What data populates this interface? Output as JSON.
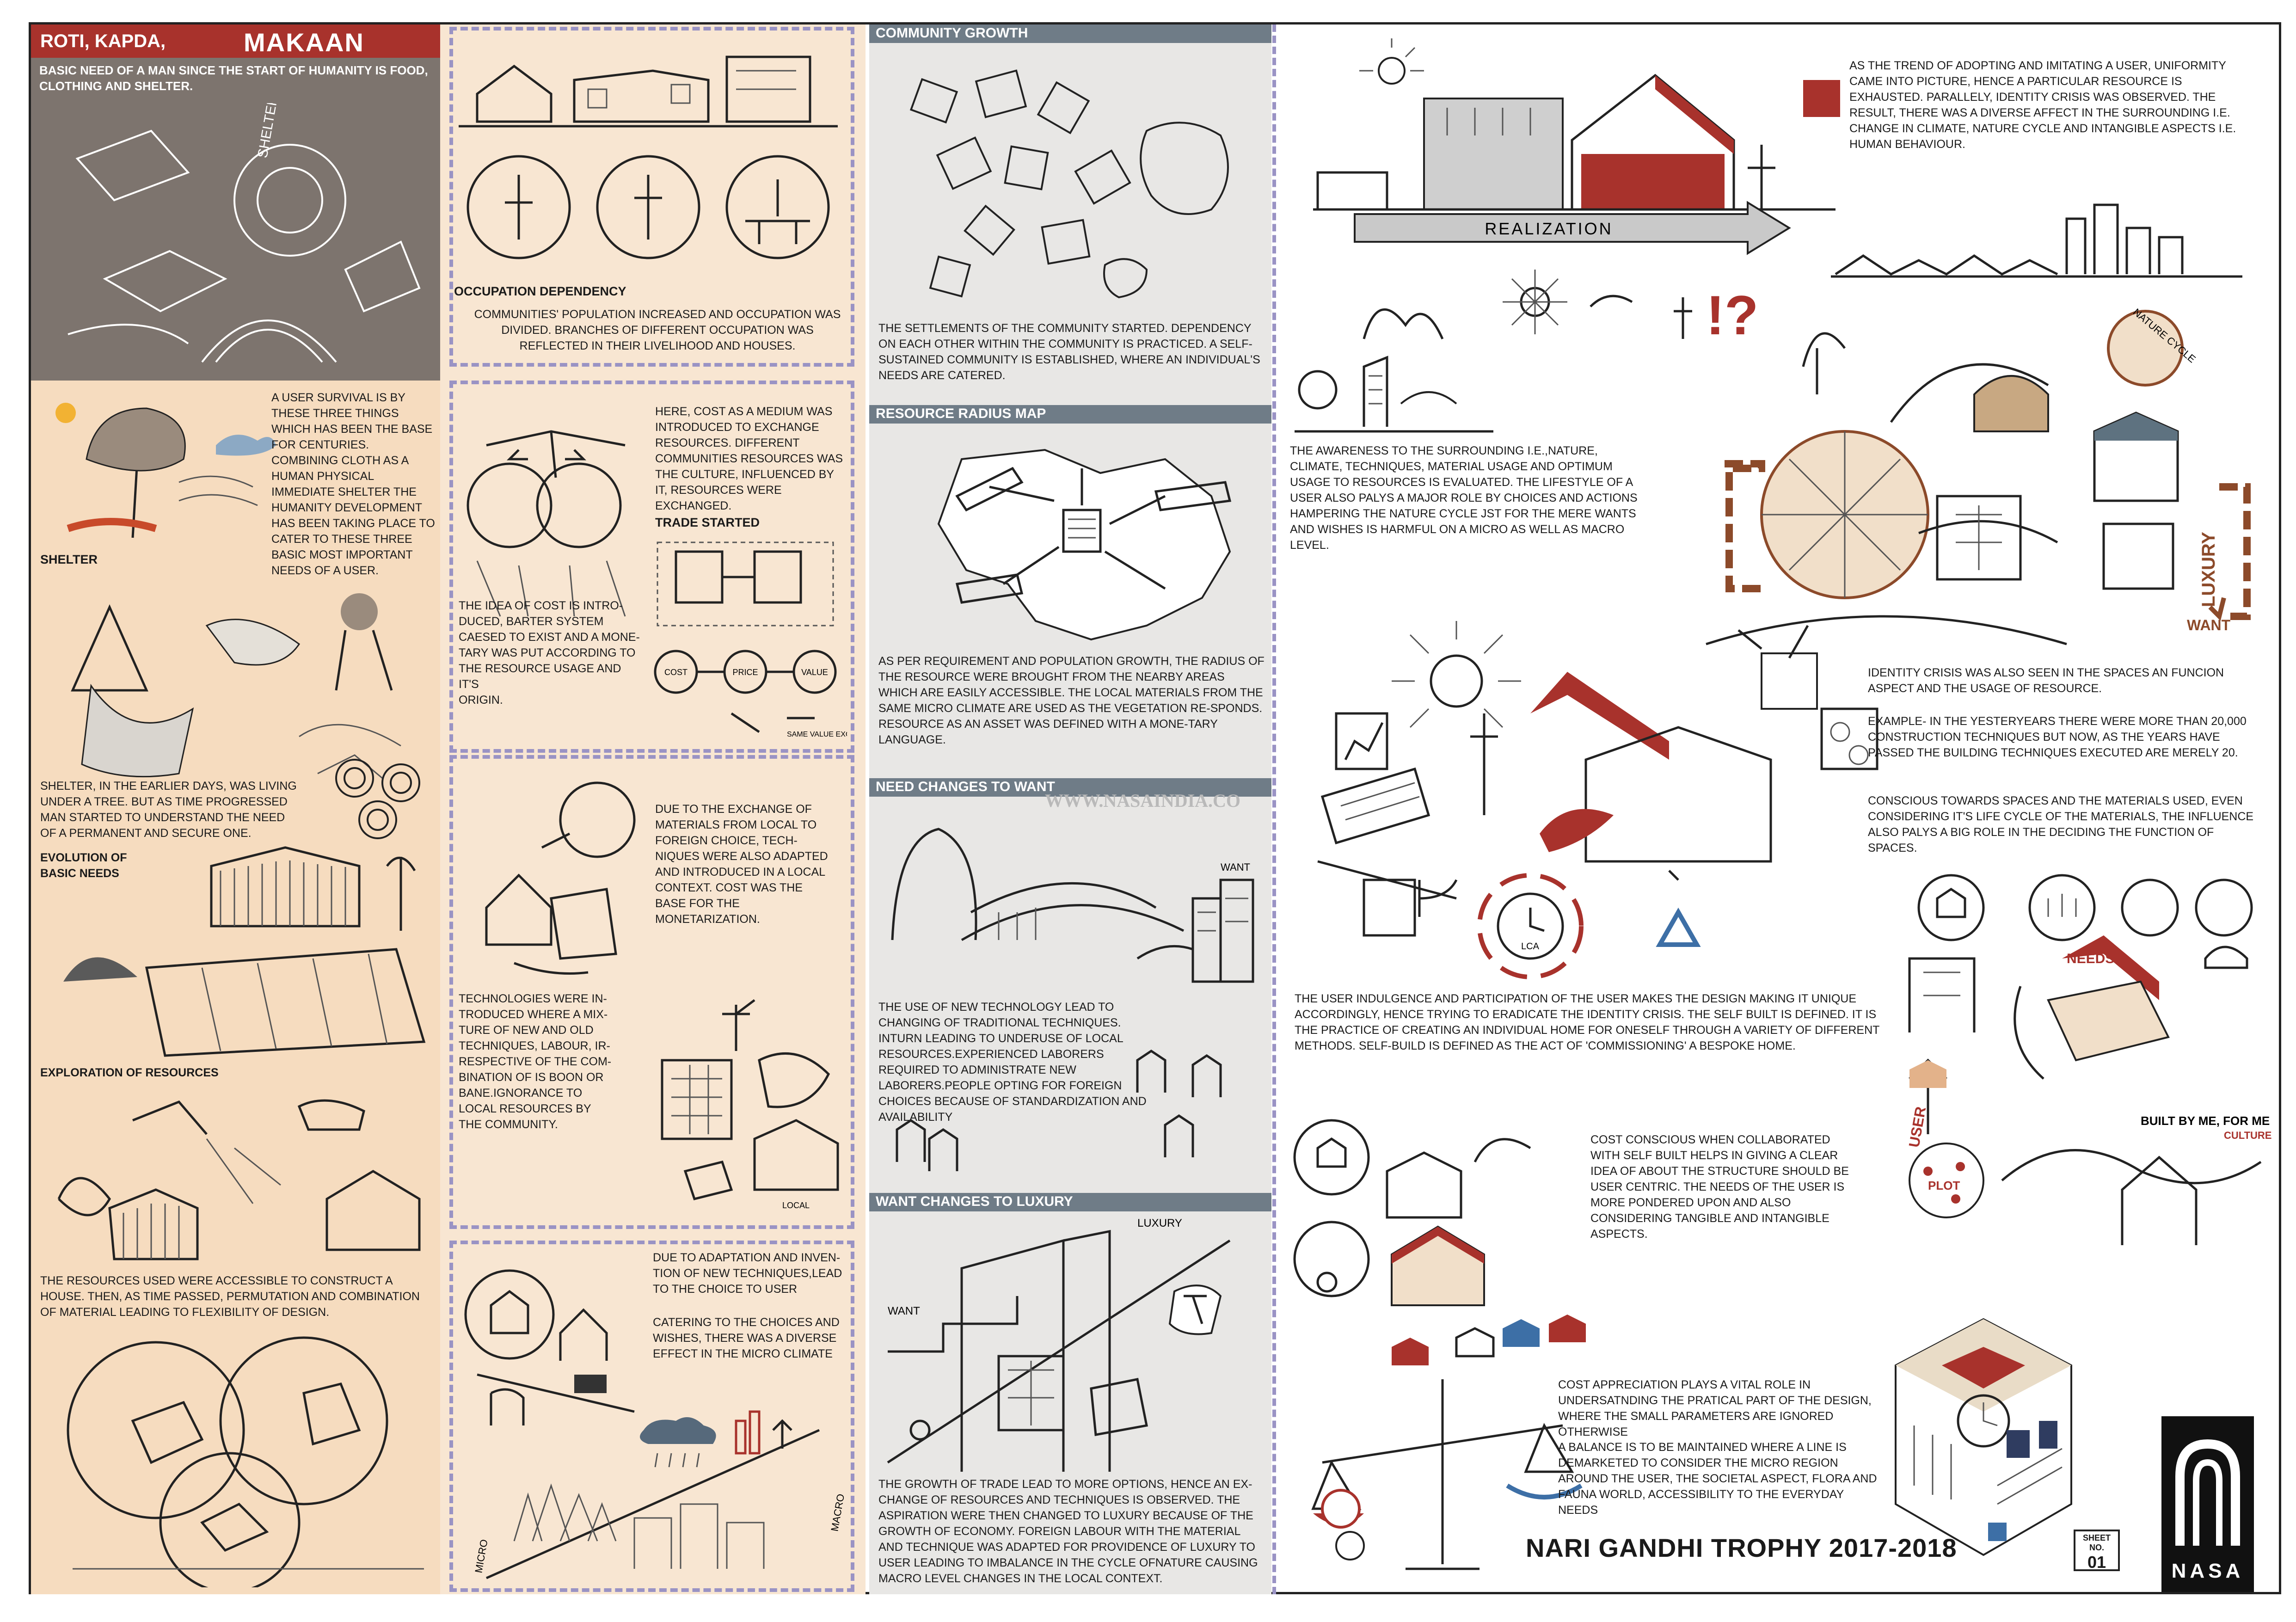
{
  "col1": {
    "title_left": "ROTI, KAPDA,",
    "title_right": "MAKAAN",
    "intro": "BASIC NEED OF A MAN SINCE THE START OF HUMANITY IS FOOD, CLOTHING AND SHELTER.",
    "sketch_label": "SHELTER",
    "survival": "A USER SURVIVAL IS BY THESE THREE THINGS WHICH HAS BEEN THE BASE FOR CENTURIES. COMBINING CLOTH AS A HUMAN PHYSICAL IMMEDIATE SHELTER THE HUMANITY DEVELOPMENT HAS BEEN TAKING PLACE TO CATER TO THESE THREE BASIC MOST IMPORTANT NEEDS OF A USER.",
    "shelter_heading": "SHELTER",
    "shelter_text": "SHELTER, IN THE EARLIER DAYS, WAS LIVING UNDER A TREE. BUT AS TIME PROGRESSED MAN STARTED TO UNDERSTAND THE NEED OF A PERMANENT AND SECURE ONE.",
    "evolution_heading": "EVOLUTION OF\nBASIC NEEDS",
    "exploration_heading": "EXPLORATION OF RESOURCES",
    "resources_text": "THE RESOURCES USED WERE ACCESSIBLE TO CONSTRUCT A HOUSE. THEN, AS TIME PASSED, PERMUTATION AND COMBINATION OF MATERIAL LEADING TO FLEXIBILITY OF DESIGN."
  },
  "col2": {
    "occupation_heading": "OCCUPATION DEPENDENCY",
    "occupation_text": "COMMUNITIES' POPULATION INCREASED AND OCCUPATION WAS DIVIDED. BRANCHES OF DIFFERENT OCCUPATION WAS REFLECTED IN THEIR LIVELIHOOD AND HOUSES.",
    "cost_text": "HERE, COST AS A MEDIUM WAS INTRODUCED TO EXCHANGE RESOURCES. DIFFERENT COMMUNITIES RESOURCES WAS THE CULTURE, INFLUENCED BY IT, RESOURCES WERE EXCHANGED.",
    "trade_heading": "TRADE STARTED",
    "idea_text": "THE IDEA OF COST IS INTRO-\nDUCED, BARTER SYSTEM\nCAESED TO EXIST AND A MONE-\nTARY WAS PUT ACCORDING TO\nTHE RESOURCE USAGE AND IT'S\nORIGIN.",
    "diagram_labels": [
      "COST",
      "PRICE",
      "VALUE"
    ],
    "diagram_caption": "SAME VALUE EXCHANGE",
    "exchange_text": "DUE TO THE EXCHANGE OF\nMATERIALS FROM LOCAL TO\nFOREIGN CHOICE, TECH-\nNIQUES WERE ALSO ADAPTED\nAND INTRODUCED IN A LOCAL\nCONTEXT. COST WAS THE\nBASE FOR THE\nMONETARIZATION.",
    "tech_text": "TECHNOLOGIES WERE IN-\nTRODUCED WHERE A MIX-\nTURE OF NEW AND OLD\nTECHNIQUES, LABOUR, IR-\nRESPECTIVE OF THE COM-\nBINATION OF IS BOON OR\nBANE.IGNORANCE TO\nLOCAL RESOURCES BY\nTHE COMMUNITY.",
    "local_label": "LOCAL",
    "adaptation_text": "DUE TO ADAPTATION AND INVEN-\nTION OF NEW TECHNIQUES,LEAD\nTO THE CHOICE TO USER",
    "catering_text": "CATERING TO THE CHOICES AND\nWISHES, THERE WAS A DIVERSE\nEFFECT IN THE MICRO CLIMATE",
    "micro_label": "MICRO",
    "macro_label": "MACRO"
  },
  "col3": {
    "community_heading": "COMMUNITY GROWTH",
    "community_text": "THE SETTLEMENTS OF THE COMMUNITY STARTED. DEPENDENCY ON EACH OTHER WITHIN THE COMMUNITY IS PRACTICED. A SELF-SUSTAINED COMMUNITY IS ESTABLISHED, WHERE AN INDIVIDUAL'S NEEDS ARE CATERED.",
    "radius_heading": "RESOURCE RADIUS MAP",
    "radius_text": "AS PER REQUIREMENT AND POPULATION GROWTH, THE RADIUS OF THE RESOURCE WERE BROUGHT FROM THE NEARBY AREAS WHICH ARE EASILY ACCESSIBLE. THE LOCAL MATERIALS FROM THE SAME MICRO CLIMATE ARE USED AS THE VEGETATION RE-SPONDS. RESOURCE AS AN ASSET WAS DEFINED WITH A MONE-TARY LANGUAGE.",
    "need_heading": "NEED CHANGES TO WANT",
    "watermark": "WWW.NASAINDIA.CO",
    "want_label": "WANT",
    "need_text": "THE USE OF NEW TECHNOLOGY LEAD TO CHANGING OF TRADITIONAL TECHNIQUES. INTURN LEADING TO UNDERUSE OF LOCAL RESOURCES.EXPERIENCED LABORERS REQUIRED TO ADMINISTRATE NEW LABORERS.PEOPLE OPTING FOR FOREIGN CHOICES BECAUSE OF STANDARDIZATION AND AVAILABILITY",
    "luxury_heading": "WANT CHANGES TO LUXURY",
    "luxury_label": "LUXURY",
    "want_label2": "WANT",
    "luxury_text": "THE GROWTH OF TRADE LEAD TO MORE OPTIONS, HENCE AN EX-CHANGE OF RESOURCES AND TECHNIQUES IS OBSERVED. THE ASPIRATION WERE THEN CHANGED TO LUXURY BECAUSE OF THE GROWTH OF ECONOMY. FOREIGN LABOUR WITH THE MATERIAL AND TECHNIQUE WAS ADAPTED FOR PROVIDENCE OF LUXURY TO USER LEADING TO IMBALANCE IN THE CYCLE OFNATURE CAUSING MACRO LEVEL CHANGES IN THE LOCAL CONTEXT."
  },
  "col4": {
    "uniformity_text": "AS THE TREND OF ADOPTING AND IMITATING A USER, UNIFORMITY CAME INTO PICTURE, HENCE A PARTICULAR RESOURCE IS EXHAUSTED. PARALLELY, IDENTITY CRISIS WAS OBSERVED. THE RESULT, THERE WAS A DIVERSE AFFECT IN THE SURROUNDING I.E. CHANGE IN CLIMATE, NATURE CYCLE AND INTANGIBLE ASPECTS I.E. HUMAN BEHAVIOUR.",
    "realization_label": "REALIZATION",
    "question_mark": "!?",
    "awareness_text": "THE AWARENESS TO THE SURROUNDING I.E.,NATURE, CLIMATE, TECHNIQUES, MATERIAL USAGE AND OPTIMUM USAGE TO RESOURCES IS EVALUATED. THE LIFESTYLE OF A USER ALSO PALYS A MAJOR ROLE BY CHOICES AND ACTIONS HAMPERING THE NATURE CYCLE JST FOR THE MERE WANTS AND WISHES IS HARMFUL ON A MICRO AS WELL AS MACRO LEVEL.",
    "nature_cycle_label": "NATURE CYCLE",
    "luxury_label": "LUXURY",
    "want_label": "WANT",
    "identity_text": "IDENTITY CRISIS WAS ALSO SEEN IN THE SPACES AN FUNCION ASPECT AND THE USAGE OF RESOURCE.",
    "example_text": "EXAMPLE- IN THE YESTERYEARS THERE WERE MORE THAN 20,000 CONSTRUCTION TECHNIQUES BUT NOW, AS THE YEARS HAVE PASSED THE BUILDING TECHNIQUES EXECUTED ARE MERELY 20.",
    "conscious_text": "CONSCIOUS TOWARDS SPACES AND THE MATERIALS USED, EVEN CONSIDERING IT'S LIFE CYCLE OF THE MATERIALS, THE INFLUENCE ALSO PALYS A BIG ROLE IN THE DECIDING THE FUNCTION OF SPACES.",
    "lca_label": "LCA",
    "indulgence_text": "THE USER INDULGENCE AND PARTICIPATION OF THE USER MAKES THE DESIGN MAKING IT UNIQUE ACCORDINGLY, HENCE TRYING TO ERADICATE THE IDENTITY CRISIS. THE SELF BUILT IS DEFINED. IT IS THE PRACTICE OF CREATING AN INDIVIDUAL HOME FOR ONESELF THROUGH A VARIETY OF DIFFERENT METHODS. SELF-BUILD IS DEFINED AS THE ACT OF 'COMMISSIONING' A BESPOKE HOME.",
    "needs_label": "NEEDS",
    "user_label": "USER",
    "plot_label": "PLOT",
    "culture_label": "CULTURE",
    "built_label": "BUILT BY ME, FOR ME",
    "cost_conscious_text": "COST CONSCIOUS WHEN COLLABORATED WITH SELF BUILT HELPS IN GIVING A CLEAR IDEA OF ABOUT THE STRUCTURE SHOULD BE USER CENTRIC. THE NEEDS OF THE USER IS MORE PONDERED UPON AND ALSO CONSIDERING TANGIBLE AND INTANGIBLE ASPECTS.",
    "appreciation_text": "COST APPRECIATION PLAYS A VITAL ROLE IN UNDERSATNDING THE PRATICAL PART OF THE DESIGN, WHERE THE SMALL PARAMETERS ARE IGNORED OTHERWISE",
    "balance_text": "A BALANCE IS TO BE MAINTAINED WHERE A LINE IS DEMARKETED TO CONSIDER THE MICRO REGION AROUND THE USER, THE SOCIETAL ASPECT, FLORA AND FAUNA WORLD, ACCESSIBILITY TO THE EVERYDAY NEEDS"
  },
  "footer": {
    "trophy": "NARI GANDHI TROPHY 2017-2018",
    "sheet_label": "SHEET NO.",
    "sheet_number": "01",
    "logo_text": "NASA"
  },
  "colors": {
    "col1_grey": "#7d746e",
    "col1_peach": "#f6dcbf",
    "col2_bg": "#f8e6d2",
    "dash": "#9a93c4",
    "header_grey": "#6f7c87",
    "col3_bg": "#e8e7e5",
    "accent_red": "#a8322c",
    "logo_bg": "#111111"
  }
}
